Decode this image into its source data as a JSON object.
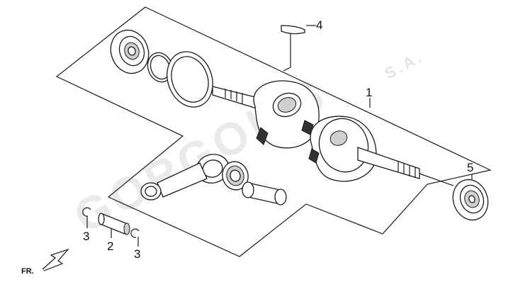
{
  "diagram": {
    "watermark": "GORGOLIS",
    "watermark_suffix": "S.A.",
    "direction_label": "FR.",
    "callouts": [
      "1",
      "2",
      "3",
      "3",
      "4",
      "5"
    ]
  }
}
